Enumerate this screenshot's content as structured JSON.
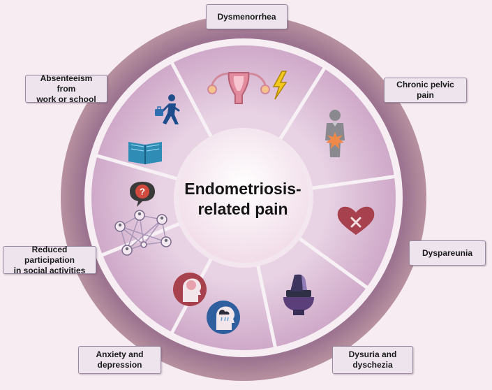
{
  "center": {
    "line1": "Endometriosis-",
    "line2": "related pain"
  },
  "labels": {
    "dysmenorrhea": "Dysmenorrhea",
    "chronic_pelvic_pain": "Chronic pelvic pain",
    "dyspareunia": "Dyspareunia",
    "dysuria_line1": "Dysuria and",
    "dysuria_line2": "dyschezia",
    "anxiety_line1": "Anxiety and",
    "anxiety_line2": "depression",
    "social_line1": "Reduced participation",
    "social_line2": "in social activities",
    "absenteeism_line1": "Absenteeism from",
    "absenteeism_line2": "work or school"
  },
  "colors": {
    "background": "#f6ecf1",
    "outer_ring": "#a77f98",
    "segment_fill": "#d9b9d4",
    "center_fill": "#f7eaf2",
    "heart": "#a8414e",
    "pain_burst": "#f08a4b",
    "bolt": "#f2c81e",
    "book": "#2f8db5"
  }
}
